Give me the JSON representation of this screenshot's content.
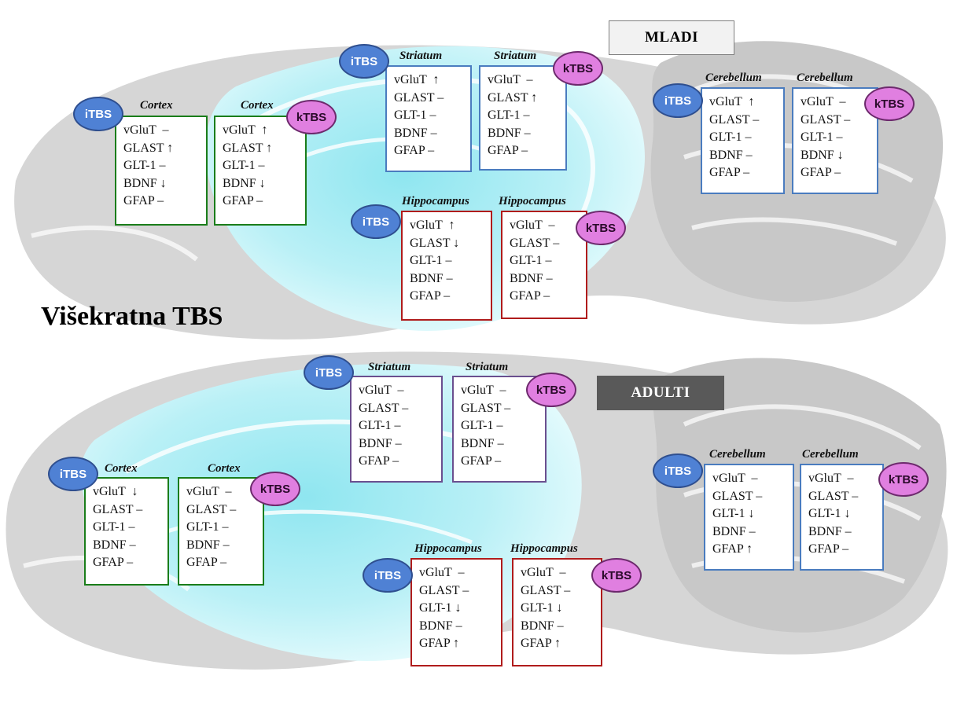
{
  "title": "Višekratna TBS",
  "tags": {
    "young": "MLADI",
    "adult": "ADULTI"
  },
  "stimulus_labels": {
    "i": "iTBS",
    "k": "kTBS"
  },
  "colors": {
    "cortex_border": "#1a7d1a",
    "striatum_border_young": "#4a7cbf",
    "striatum_border_adult": "#6a4f8f",
    "hippocampus_border": "#b01c1c",
    "cerebellum_border": "#4a7cbf",
    "itbs_fill": "#4f81d4",
    "ktbs_fill": "#e07fe0",
    "adult_tag_fill": "#595959"
  },
  "panels": [
    {
      "group": "young",
      "region": "Cortex",
      "protocol": "iTBS",
      "rows": [
        "vGluT  –",
        "GLAST ↑",
        "GLT-1 –",
        "BDNF ↓",
        "GFAP –"
      ]
    },
    {
      "group": "young",
      "region": "Cortex",
      "protocol": "kTBS",
      "rows": [
        "vGluT  ↑",
        "GLAST ↑",
        "GLT-1 –",
        "BDNF ↓",
        "GFAP –"
      ]
    },
    {
      "group": "young",
      "region": "Striatum",
      "protocol": "iTBS",
      "rows": [
        "vGluT  ↑",
        "GLAST –",
        "GLT-1 –",
        "BDNF –",
        "GFAP –"
      ]
    },
    {
      "group": "young",
      "region": "Striatum",
      "protocol": "kTBS",
      "rows": [
        "vGluT  –",
        "GLAST ↑",
        "GLT-1 –",
        "BDNF –",
        "GFAP –"
      ]
    },
    {
      "group": "young",
      "region": "Hippocampus",
      "protocol": "iTBS",
      "rows": [
        "vGluT  ↑",
        "GLAST ↓",
        "GLT-1 –",
        "BDNF –",
        "GFAP –"
      ]
    },
    {
      "group": "young",
      "region": "Hippocampus",
      "protocol": "kTBS",
      "rows": [
        "vGluT  –",
        "GLAST –",
        "GLT-1 –",
        "BDNF –",
        "GFAP –"
      ]
    },
    {
      "group": "young",
      "region": "Cerebellum",
      "protocol": "iTBS",
      "rows": [
        "vGluT  ↑",
        "GLAST –",
        "GLT-1 –",
        "BDNF –",
        "GFAP –"
      ]
    },
    {
      "group": "young",
      "region": "Cerebellum",
      "protocol": "kTBS",
      "rows": [
        "vGluT  –",
        "GLAST –",
        "GLT-1 –",
        "BDNF ↓",
        "GFAP –"
      ]
    },
    {
      "group": "adult",
      "region": "Cortex",
      "protocol": "iTBS",
      "rows": [
        "vGluT  ↓",
        "GLAST –",
        "GLT-1 –",
        "BDNF –",
        "GFAP –"
      ]
    },
    {
      "group": "adult",
      "region": "Cortex",
      "protocol": "kTBS",
      "rows": [
        "vGluT  –",
        "GLAST –",
        "GLT-1 –",
        "BDNF –",
        "GFAP –"
      ]
    },
    {
      "group": "adult",
      "region": "Striatum",
      "protocol": "iTBS",
      "rows": [
        "vGluT  –",
        "GLAST –",
        "GLT-1 –",
        "BDNF –",
        "GFAP –"
      ]
    },
    {
      "group": "adult",
      "region": "Striatum",
      "protocol": "kTBS",
      "rows": [
        "vGluT  –",
        "GLAST –",
        "GLT-1 –",
        "BDNF –",
        "GFAP –"
      ]
    },
    {
      "group": "adult",
      "region": "Hippocampus",
      "protocol": "iTBS",
      "rows": [
        "vGluT  –",
        "GLAST –",
        "GLT-1 ↓",
        "BDNF –",
        "GFAP ↑"
      ]
    },
    {
      "group": "adult",
      "region": "Hippocampus",
      "protocol": "kTBS",
      "rows": [
        "vGluT  –",
        "GLAST –",
        "GLT-1 ↓",
        "BDNF –",
        "GFAP ↑"
      ]
    },
    {
      "group": "adult",
      "region": "Cerebellum",
      "protocol": "iTBS",
      "rows": [
        "vGluT  –",
        "GLAST –",
        "GLT-1 ↓",
        "BDNF –",
        "GFAP ↑"
      ]
    },
    {
      "group": "adult",
      "region": "Cerebellum",
      "protocol": "kTBS",
      "rows": [
        "vGluT  –",
        "GLAST –",
        "GLT-1 ↓",
        "BDNF –",
        "GFAP –"
      ]
    }
  ]
}
